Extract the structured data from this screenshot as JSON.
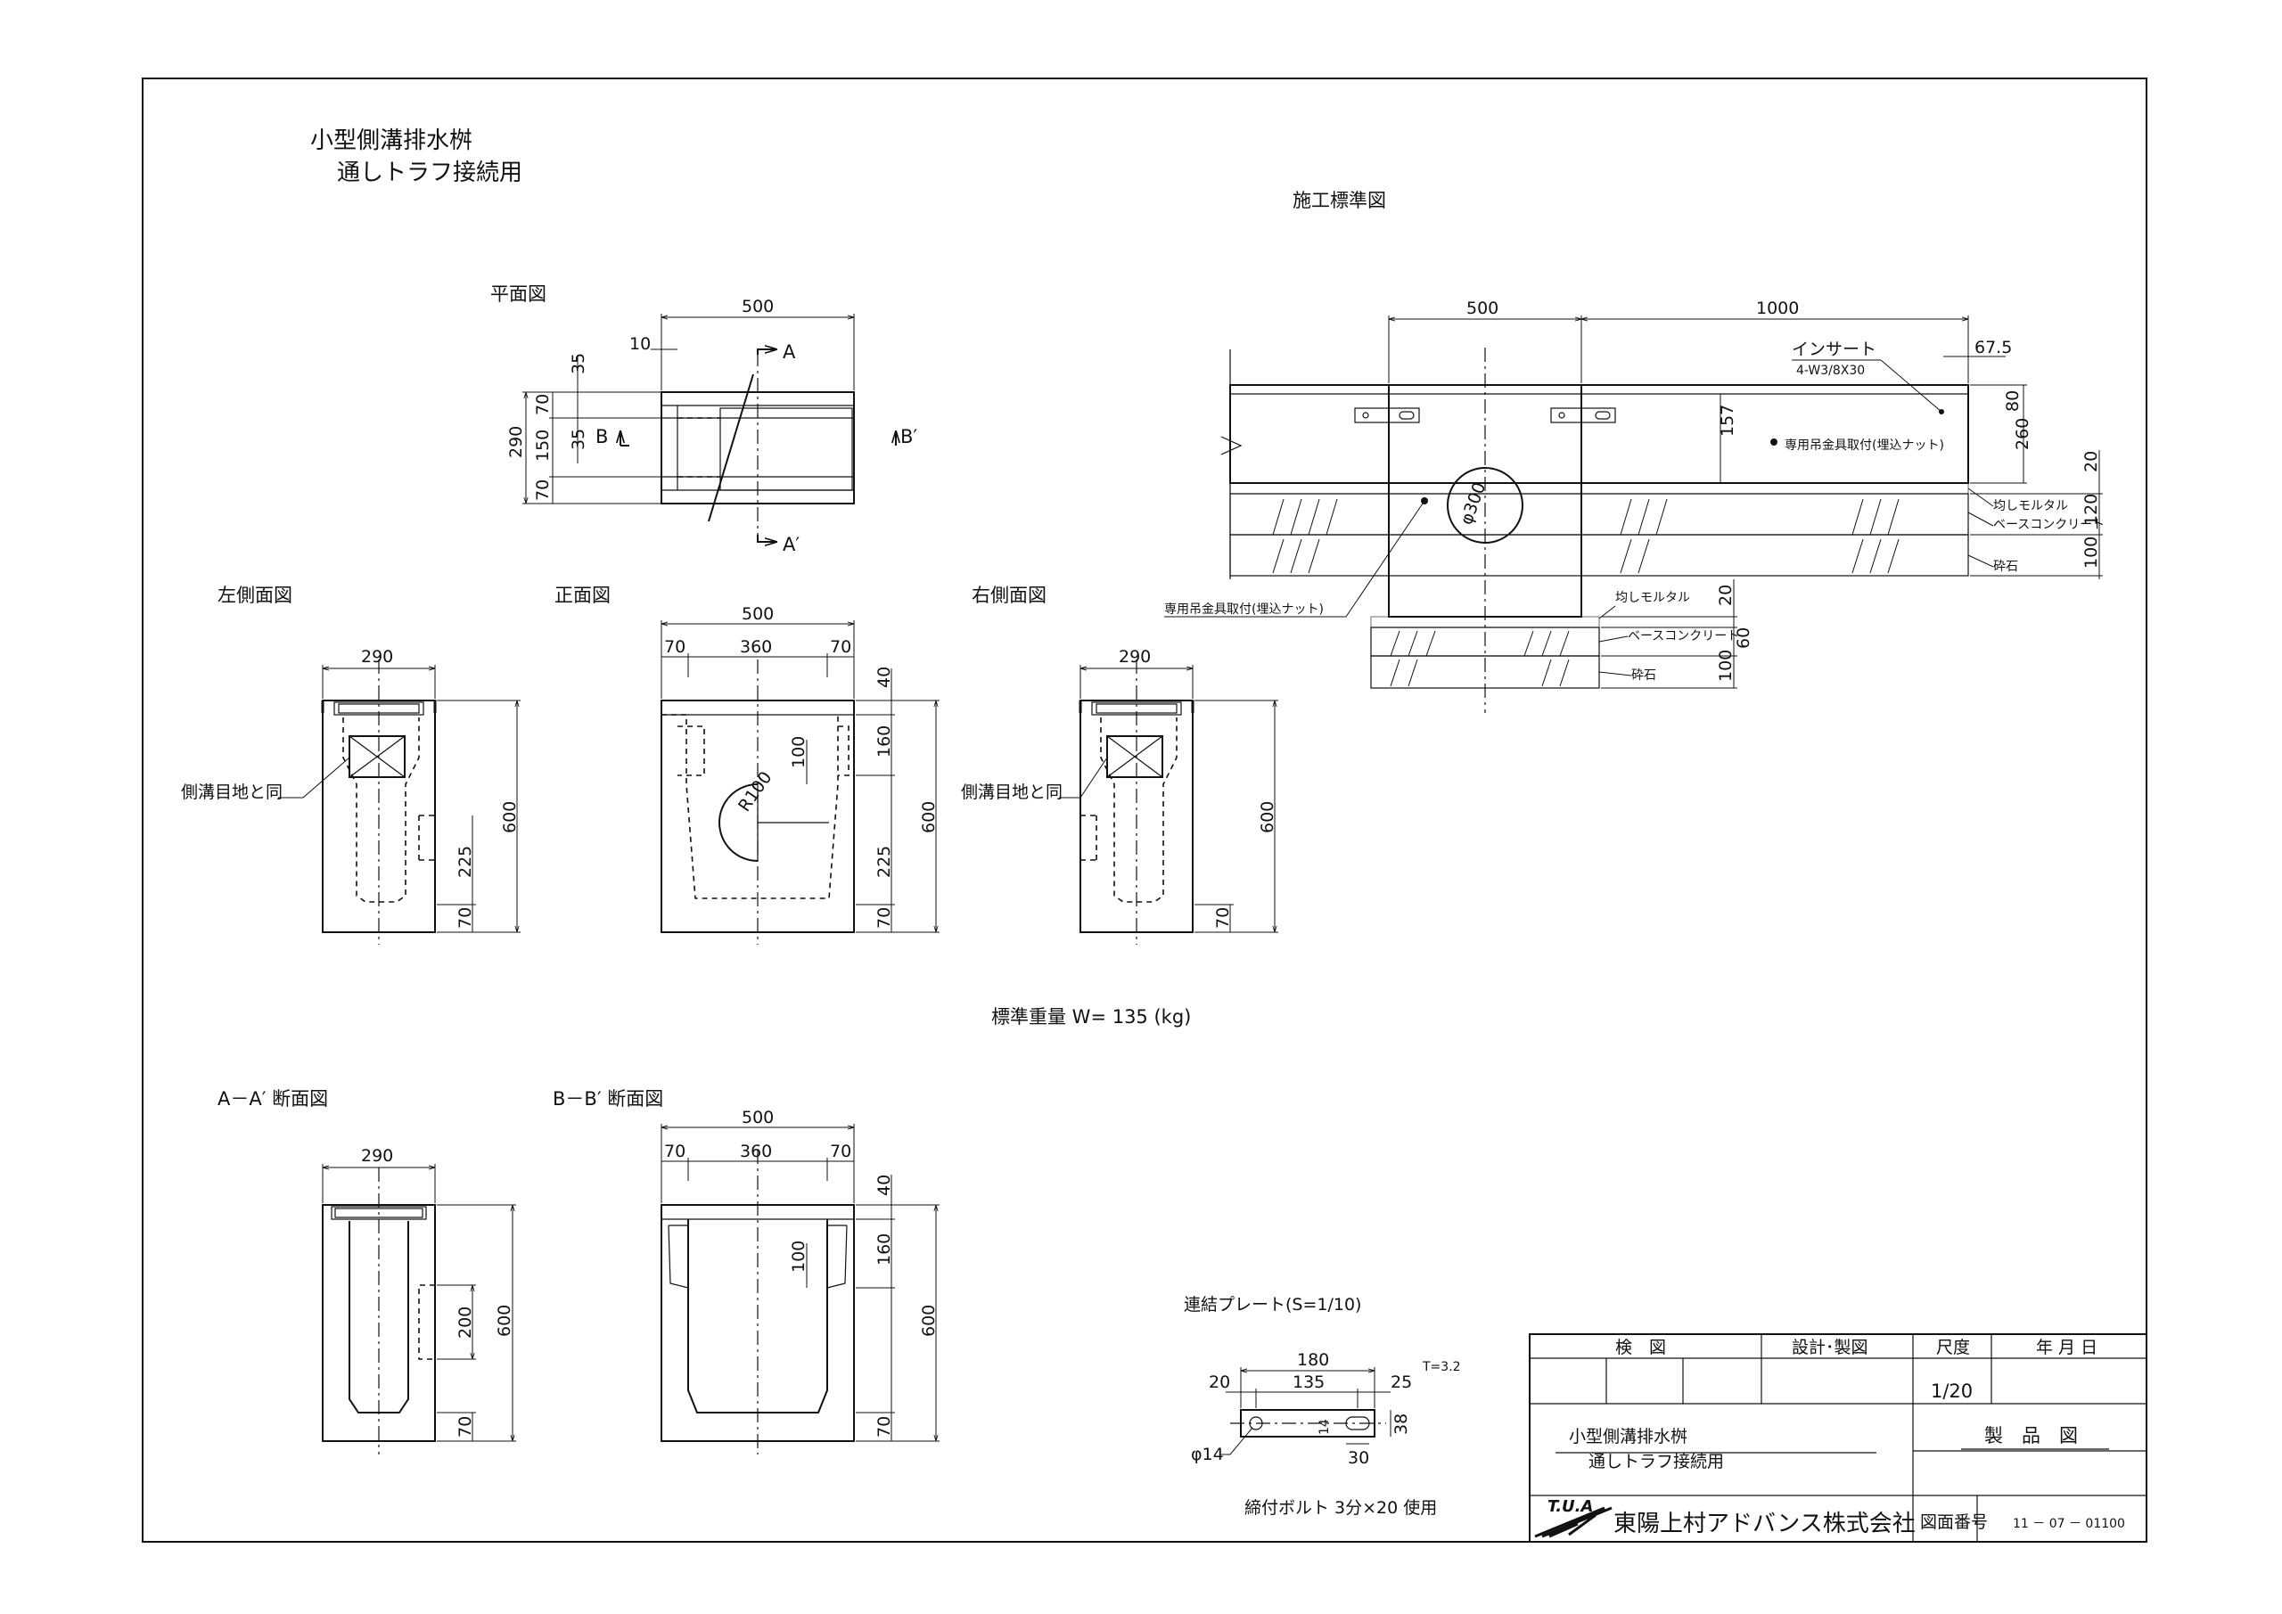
{
  "title": {
    "line1": "小型側溝排水桝",
    "line2": "通しトラフ接続用"
  },
  "views": {
    "plan": "平面図",
    "left_side": "左側面図",
    "front": "正面図",
    "right_side": "右側面図",
    "section_aa": "A－A′ 断面図",
    "section_bb": "B－B′ 断面図",
    "construction": "施工標準図",
    "plate": "連結プレート(S=1/10)"
  },
  "notes": {
    "weight": "標準重量 W= 135 (kg)",
    "joint": "側溝目地と同",
    "bolt": "締付ボルト 3分×20 使用",
    "insert": "インサート",
    "insert_spec": "4-W3/8X30",
    "lifting_1": "専用吊金具取付(埋込ナット)",
    "lifting_2": "専用吊金具取付(埋込ナット)",
    "mortar_1": "均しモルタル",
    "base_concrete_1": "ベースコンクリート",
    "gravel_1": "砕石",
    "mortar_2": "均しモルタル",
    "base_concrete_2": "ベースコンクリート",
    "gravel_2": "砕石",
    "plate_thickness": "T=3.2",
    "hole_dia": "φ14"
  },
  "section_marks": {
    "a": "A",
    "a_prime": "A′",
    "b": "B",
    "b_prime": "B′"
  },
  "dims": {
    "plan_w": "500",
    "plan_10": "10",
    "plan_h": "290",
    "plan_70a": "70",
    "plan_150": "150",
    "plan_70b": "70",
    "plan_35a": "35",
    "plan_35b": "35",
    "ls_w": "290",
    "ls_h": "600",
    "ls_225": "225",
    "ls_70": "70",
    "fr_w": "500",
    "fr_70a": "70",
    "fr_360": "360",
    "fr_70b": "70",
    "fr_40": "40",
    "fr_160": "160",
    "fr_100": "100",
    "fr_r": "R100",
    "fr_600": "600",
    "fr_225": "225",
    "fr_70c": "70",
    "rs_w": "290",
    "rs_h": "600",
    "rs_70": "70",
    "aa_w": "290",
    "aa_600": "600",
    "aa_200": "200",
    "aa_70": "70",
    "bb_w": "500",
    "bb_70a": "70",
    "bb_360": "360",
    "bb_70b": "70",
    "bb_40": "40",
    "bb_160": "160",
    "bb_100": "100",
    "bb_600": "600",
    "bb_70c": "70",
    "cs_500": "500",
    "cs_1000": "1000",
    "cs_675": "67.5",
    "cs_157": "157",
    "cs_80": "80",
    "cs_260": "260",
    "cs_20a": "20",
    "cs_120": "120",
    "cs_100a": "100",
    "cs_20b": "20",
    "cs_60": "60",
    "cs_100b": "100",
    "cs_phi": "φ300",
    "pl_180": "180",
    "pl_20": "20",
    "pl_135": "135",
    "pl_25": "25",
    "pl_14": "14",
    "pl_38": "38",
    "pl_30": "30"
  },
  "title_block": {
    "h_check": "検　図",
    "h_design": "設計･製図",
    "h_scale": "尺度",
    "h_date": "年 月 日",
    "scale": "1/20",
    "name1": "小型側溝排水桝",
    "name2": "通しトラフ接続用",
    "kind": "製　品　図",
    "logo": "T.U.A",
    "company": "東陽上村アドバンス株式会社",
    "dwg_label": "図面番号",
    "dwg_no": "11 － 07 － 01100"
  }
}
